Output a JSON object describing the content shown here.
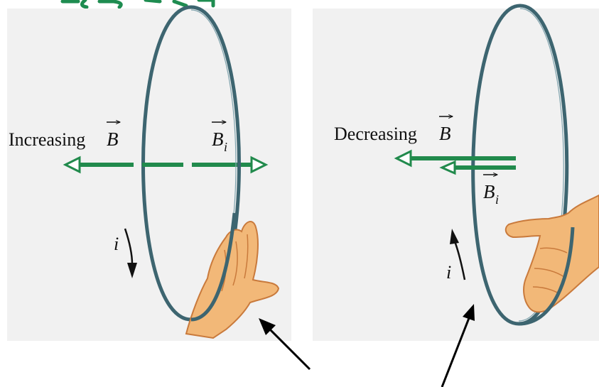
{
  "colors": {
    "panel_bg": "#f1f1f1",
    "field_arrow": "#218a4c",
    "loop_stroke": "#3d6570",
    "skin": "#f2b878",
    "skin_shadow": "#c97a3c",
    "pointer_arrow": "#000000"
  },
  "left_panel": {
    "field_label": "Increasing",
    "field_symbol": "B",
    "induced_symbol": "B",
    "induced_subscript": "i",
    "current_symbol": "i"
  },
  "right_panel": {
    "field_label": "Decreasing",
    "field_symbol": "B",
    "induced_symbol": "B",
    "induced_subscript": "i",
    "current_symbol": "i"
  },
  "icons": [
    "right-hand-grip-icon",
    "vector-arrow-icon"
  ]
}
